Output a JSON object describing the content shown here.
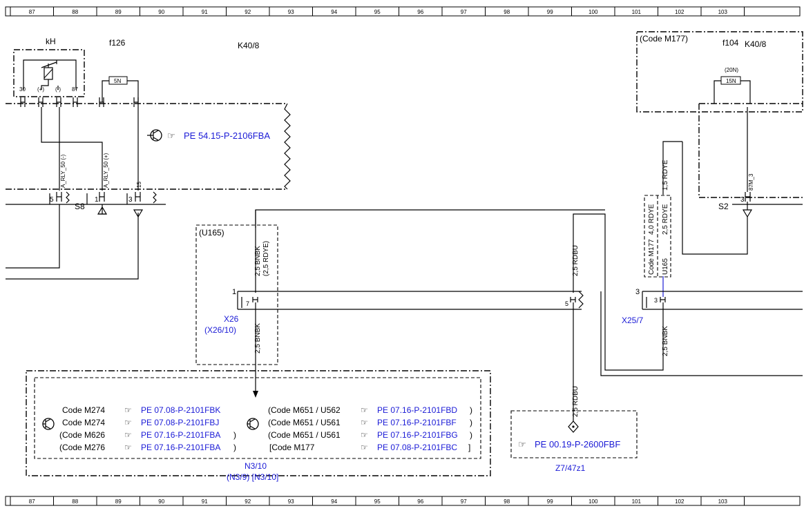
{
  "ruler": [
    "87",
    "88",
    "89",
    "90",
    "91",
    "92",
    "93",
    "94",
    "95",
    "96",
    "97",
    "98",
    "99",
    "100",
    "101",
    "102",
    "103"
  ],
  "components": {
    "kh": "kH",
    "f126": "f126",
    "k40_left": "K40/8",
    "code_m177_box": "(Code M177)",
    "f104": "f104",
    "k40_right": "K40/8",
    "fuse_5n": "5N",
    "fuse_20n": "(20N)",
    "fuse_15n": "15N"
  },
  "relay_pins": [
    "30",
    "(+)",
    "(-)",
    "87"
  ],
  "left_module": {
    "ref_link": "PE 54.15-P-2106FBA",
    "pin_labels": [
      "A_RLY_50 (-)",
      "A_RLY_50 (+)",
      "15"
    ],
    "pins": [
      "5",
      "1",
      "3"
    ],
    "splice": "S8"
  },
  "right_module": {
    "pin_label": "87M_3",
    "pin": "3",
    "splice": "S2"
  },
  "u165_box": {
    "label": "(U165)",
    "wire_top_a": "2,5 BNBK",
    "wire_top_b": "(2,5 RDYE)",
    "wire_bottom": "2,5 BNBK"
  },
  "x26": {
    "label": "X26",
    "alt": "(X26/10)",
    "num": "1",
    "pin_a": "7",
    "pin_b": "5"
  },
  "rdbu_wire": {
    "top": "2,5 RDBU",
    "bottom": "2,5 RDBU"
  },
  "x25": {
    "label": "X25/7",
    "num": "3",
    "pin": "3",
    "wire_bottom": "2,5 BNBK"
  },
  "code_box": {
    "c1": "Code M177",
    "c2": "U165",
    "w1": "4,0 RDYE",
    "w2": "2,5 RDYE",
    "w_top": "1,5 RDYE"
  },
  "n3": {
    "label": "N3/10",
    "alt": "(N3/9)  [N3/10]",
    "rows": [
      {
        "code": "Code M274",
        "link": "PE 07.08-P-2101FBK",
        "close": ""
      },
      {
        "code": "Code M274",
        "link": "PE 07.08-P-2101FBJ",
        "close": ""
      },
      {
        "code": "(Code M626",
        "link": "PE 07.16-P-2101FBA",
        "close": ")"
      },
      {
        "code": "(Code M276",
        "link": "PE 07.16-P-2101FBA",
        "close": ")"
      }
    ],
    "rows_right": [
      {
        "code": "(Code M651 / U562",
        "link": "PE 07.16-P-2101FBD",
        "close": ")"
      },
      {
        "code": "(Code M651 / U561",
        "link": "PE 07.16-P-2101FBF",
        "close": ")"
      },
      {
        "code": "(Code M651 / U561",
        "link": "PE 07.16-P-2101FBG",
        "close": ")"
      },
      {
        "code": "[Code M177",
        "link": "PE 07.08-P-2101FBC",
        "close": " ]"
      }
    ]
  },
  "z7": {
    "link": "PE 00.19-P-2600FBF",
    "label": "Z7/47z1"
  },
  "colors": {
    "link": "#1a1ad6",
    "ink": "#000000"
  }
}
